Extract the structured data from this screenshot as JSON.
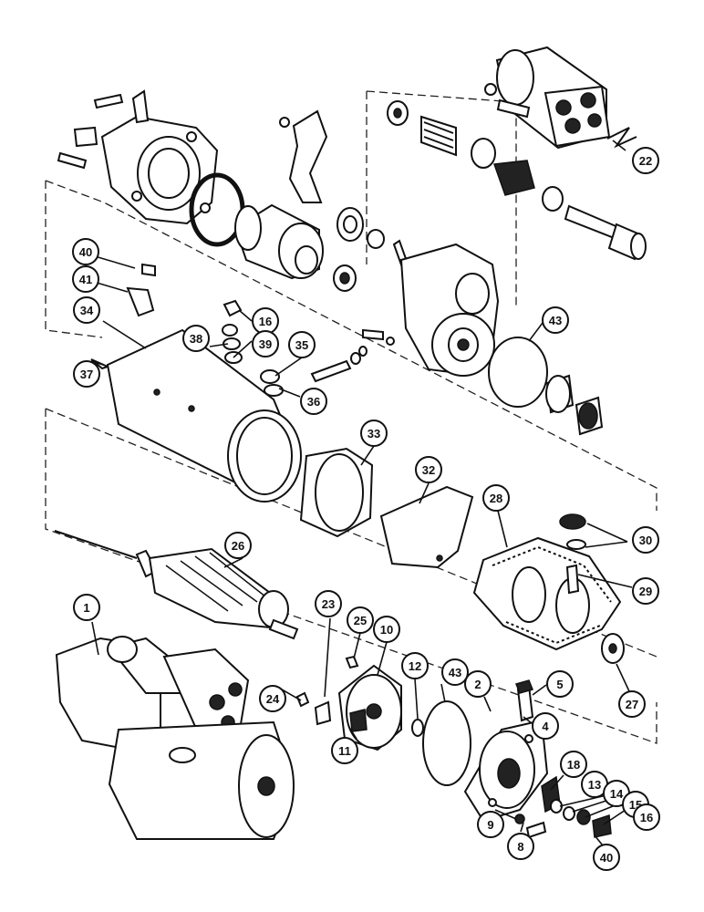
{
  "diagram": {
    "callouts": [
      {
        "id": "c1",
        "label": "1"
      },
      {
        "id": "c2",
        "label": "2"
      },
      {
        "id": "c4",
        "label": "4"
      },
      {
        "id": "c5",
        "label": "5"
      },
      {
        "id": "c8",
        "label": "8"
      },
      {
        "id": "c9",
        "label": "9"
      },
      {
        "id": "c10",
        "label": "10"
      },
      {
        "id": "c11",
        "label": "11"
      },
      {
        "id": "c12",
        "label": "12"
      },
      {
        "id": "c13",
        "label": "13"
      },
      {
        "id": "c14",
        "label": "14"
      },
      {
        "id": "c15",
        "label": "15"
      },
      {
        "id": "c16a",
        "label": "16"
      },
      {
        "id": "c16b",
        "label": "16"
      },
      {
        "id": "c18",
        "label": "18"
      },
      {
        "id": "c22",
        "label": "22"
      },
      {
        "id": "c23",
        "label": "23"
      },
      {
        "id": "c24",
        "label": "24"
      },
      {
        "id": "c25",
        "label": "25"
      },
      {
        "id": "c26",
        "label": "26"
      },
      {
        "id": "c27",
        "label": "27"
      },
      {
        "id": "c28",
        "label": "28"
      },
      {
        "id": "c29",
        "label": "29"
      },
      {
        "id": "c30",
        "label": "30"
      },
      {
        "id": "c32",
        "label": "32"
      },
      {
        "id": "c33",
        "label": "33"
      },
      {
        "id": "c34",
        "label": "34"
      },
      {
        "id": "c35",
        "label": "35"
      },
      {
        "id": "c36",
        "label": "36"
      },
      {
        "id": "c37",
        "label": "37"
      },
      {
        "id": "c38",
        "label": "38"
      },
      {
        "id": "c39",
        "label": "39"
      },
      {
        "id": "c40a",
        "label": "40"
      },
      {
        "id": "c40b",
        "label": "40"
      },
      {
        "id": "c41",
        "label": "41"
      },
      {
        "id": "c43a",
        "label": "43"
      },
      {
        "id": "c43b",
        "label": "43"
      }
    ]
  }
}
